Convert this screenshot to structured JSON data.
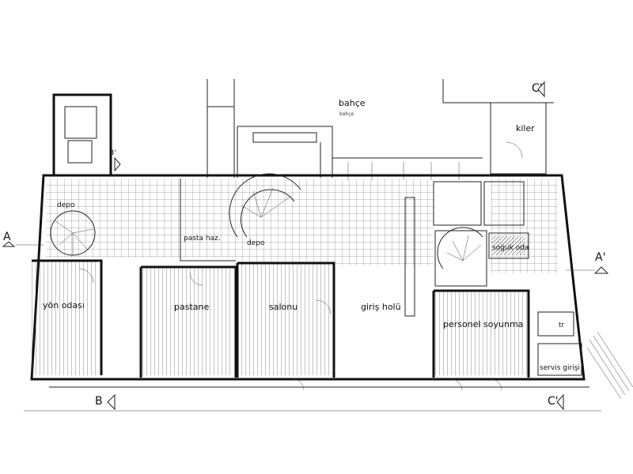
{
  "rooms": {
    "bahce": "bahçe",
    "bahce_sub": "bahçe",
    "kiler": "kiler",
    "depo": "depo",
    "pasta_haz": "pasta haz.",
    "depo2": "depo",
    "yon_odasi": "yön odası",
    "pastane": "pastane",
    "salonu": "salonu",
    "giris_holu": "giriş holü",
    "personel_soyunma": "personel soyunma",
    "soguk_oda": "soğuk oda",
    "servis_girisi": "servis girişi",
    "tr": "tr"
  },
  "sections": {
    "a_left": "A",
    "a_right": "A'",
    "b_top": "B'",
    "b_bottom": "B",
    "c_top": "C'",
    "c_bottom": "C'"
  },
  "colors": {
    "line": "#111111",
    "paper": "#ffffff"
  }
}
